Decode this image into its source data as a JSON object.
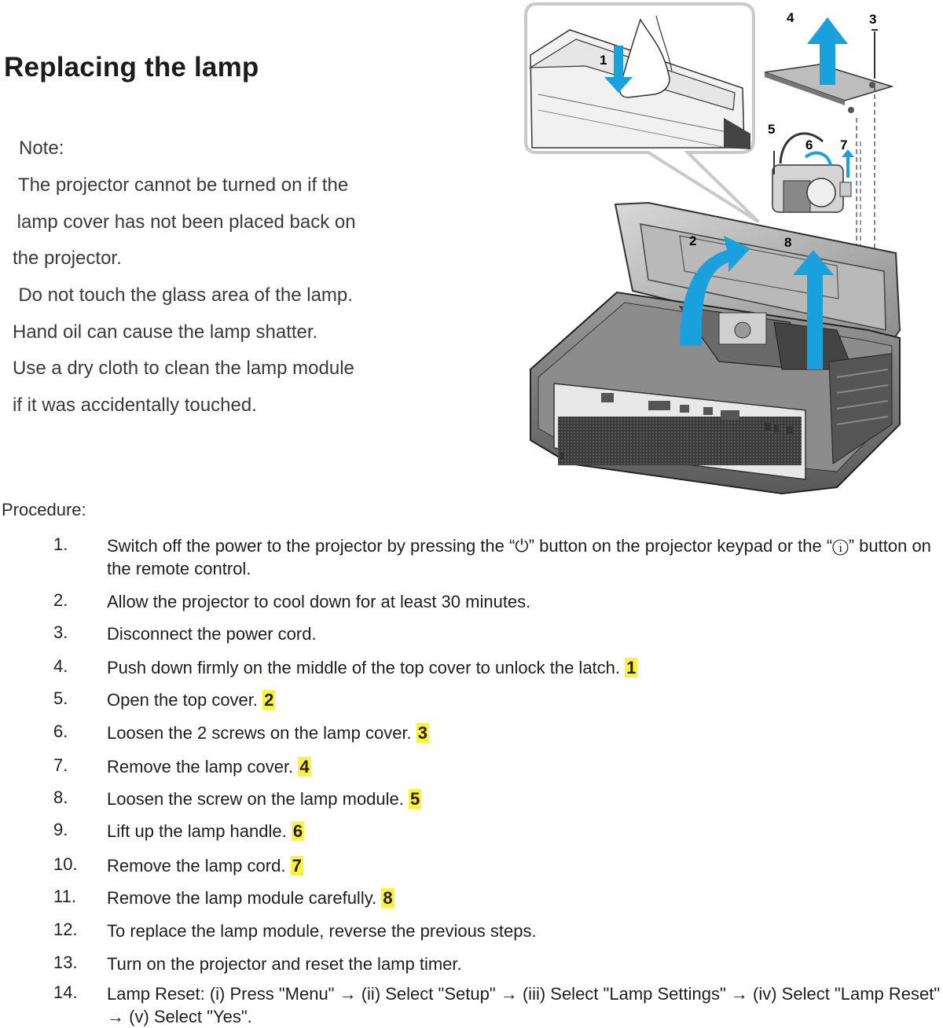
{
  "page": {
    "title": "Replacing the lamp"
  },
  "note": {
    "heading": "Note:",
    "lines": [
      "  The projector cannot be turned on if the",
      " lamp cover has not been placed back on",
      "the projector.",
      "  Do not touch the glass area of the lamp.",
      "Hand oil can cause the lamp shatter.",
      "Use a dry cloth to clean the lamp module",
      "if it was accidentally touched."
    ]
  },
  "diagram": {
    "callouts": [
      "1",
      "2",
      "3",
      "4",
      "5",
      "6",
      "7",
      "8"
    ],
    "arrow_color": "#1aa0dc",
    "callout_color": "#000000"
  },
  "procedure": {
    "label": "Procedure:",
    "highlight_color": "#fff23a",
    "steps": [
      {
        "num": "1.",
        "text": "Switch off the power to the projector by pressing the “⏻” button on the projector keypad or the “ⓘ” button on the remote control.",
        "ref": ""
      },
      {
        "num": "2.",
        "text": "Allow the projector to cool down for at least 30 minutes.",
        "ref": ""
      },
      {
        "num": "3.",
        "text": "Disconnect the power cord.",
        "ref": ""
      },
      {
        "num": "4.",
        "text": "Push down firmly on the middle of the top cover to unlock the latch.",
        "ref": "1"
      },
      {
        "num": "5.",
        "text": "Open the top cover.",
        "ref": "2"
      },
      {
        "num": "6.",
        "text": "Loosen the 2 screws on the lamp cover.",
        "ref": "3"
      },
      {
        "num": "7.",
        "text": "Remove the lamp cover.",
        "ref": "4"
      },
      {
        "num": "8.",
        "text": "Loosen the screw on the lamp module.",
        "ref": "5"
      },
      {
        "num": "9.",
        "text": "Lift up the lamp handle.",
        "ref": "6"
      },
      {
        "num": "10.",
        "text": "Remove the lamp cord.",
        "ref": "7"
      },
      {
        "num": "11.",
        "text": "Remove the lamp module carefully.",
        "ref": "8"
      },
      {
        "num": "12.",
        "text": "To replace the lamp module, reverse the previous steps.",
        "ref": ""
      },
      {
        "num": "13.",
        "text": "Turn on the projector and reset the lamp timer.",
        "ref": ""
      },
      {
        "num": "14.",
        "text": "Lamp Reset: (i) Press \"Menu\" → (ii) Select \"Setup\" → (iii) Select \"Lamp Settings\" → (iv) Select \"Lamp Reset\" → (v) Select \"Yes\".",
        "ref": ""
      }
    ]
  }
}
